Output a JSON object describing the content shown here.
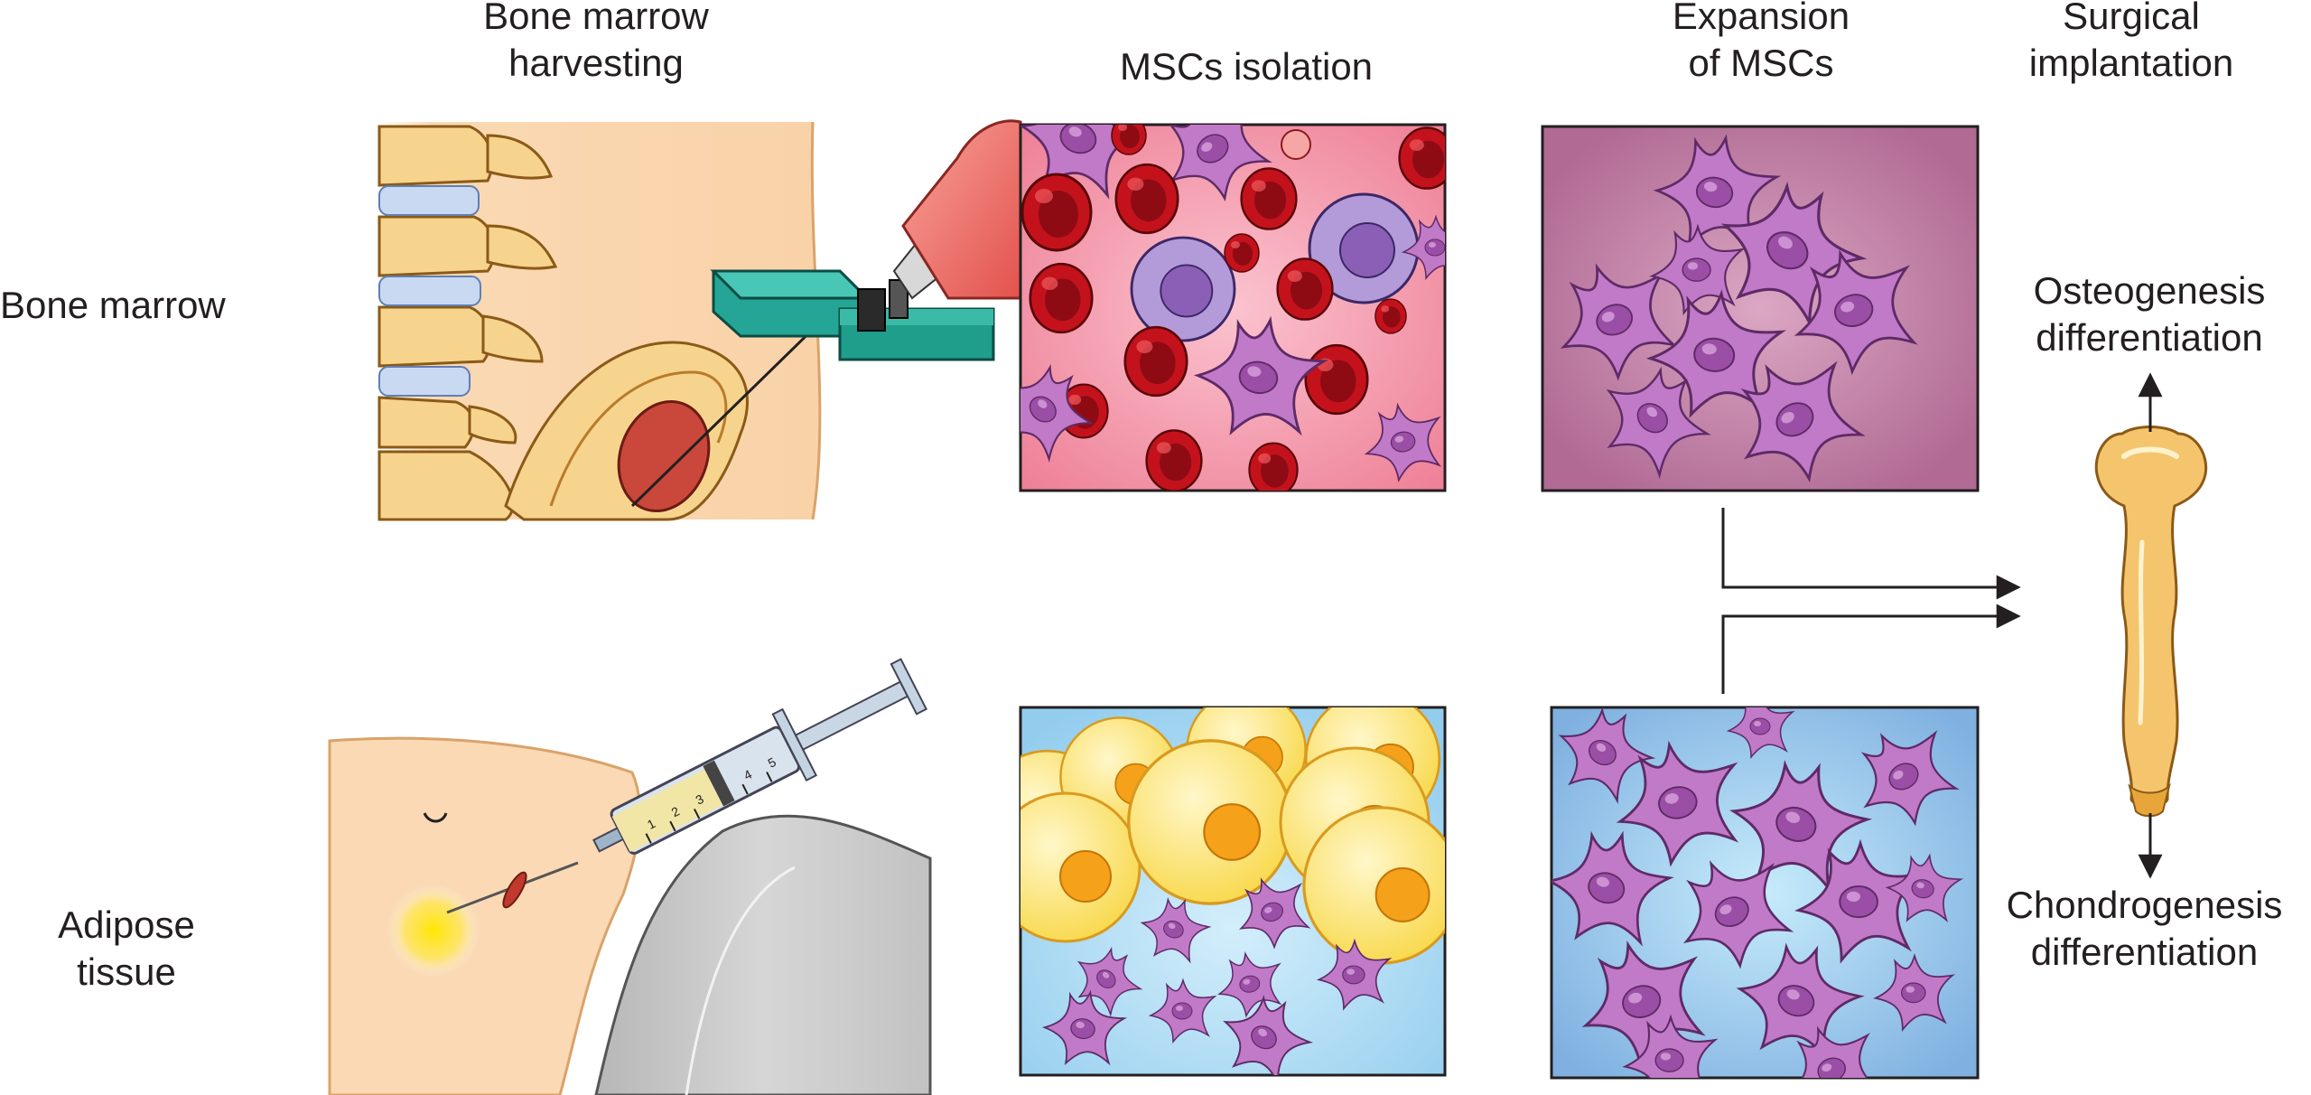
{
  "columns": {
    "harvesting": [
      "Bone marrow",
      "harvesting"
    ],
    "isolation": "MSCs isolation",
    "expansion": [
      "Expansion",
      "of MSCs"
    ],
    "implantation": [
      "Surgical",
      "implantation"
    ]
  },
  "rows": {
    "bone_marrow": "Bone marrow",
    "adipose": [
      "Adipose",
      "tissue"
    ]
  },
  "outcomes": {
    "osteogenesis": [
      "Osteogenesis",
      "differentiation"
    ],
    "chondrogenesis": [
      "Chondrogenesis",
      "differentiation"
    ]
  },
  "syringe_scale": [
    "1",
    "2",
    "3",
    "4",
    "5"
  ],
  "colors": {
    "skin": "#fad9b4",
    "bone": "#f5c877",
    "blood_bg": "#ef8a9e",
    "rbc": "#c8141e",
    "msc": "#b56ab8",
    "culture_bg": "#b3719b",
    "adipose_bg": "#9fd3ef",
    "fat_cell": "#fde36a",
    "device": "#1f9e8c",
    "gray_tissue": "#c9c9c9"
  }
}
